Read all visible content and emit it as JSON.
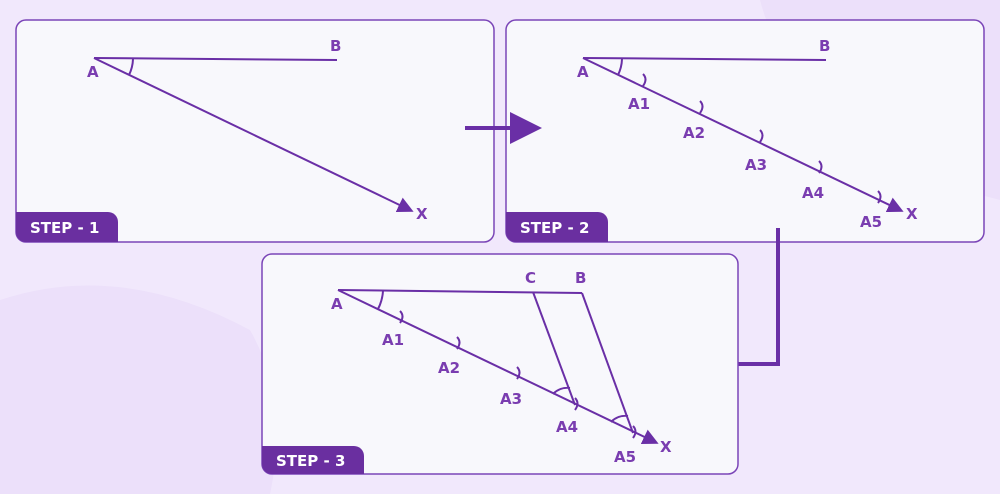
{
  "colors": {
    "accent": "#6a2fa6",
    "background": "#f1e8fc",
    "panel": "#f8f8fc"
  },
  "panels": [
    {
      "step": "STEP - 1",
      "labels": {
        "A": "A",
        "B": "B",
        "X": "X"
      }
    },
    {
      "step": "STEP - 2",
      "labels": {
        "A": "A",
        "B": "B",
        "X": "X",
        "A1": "A1",
        "A2": "A2",
        "A3": "A3",
        "A4": "A4",
        "A5": "A5"
      }
    },
    {
      "step": "STEP - 3",
      "labels": {
        "A": "A",
        "B": "B",
        "C": "C",
        "X": "X",
        "A1": "A1",
        "A2": "A2",
        "A3": "A3",
        "A4": "A4",
        "A5": "A5"
      }
    }
  ]
}
